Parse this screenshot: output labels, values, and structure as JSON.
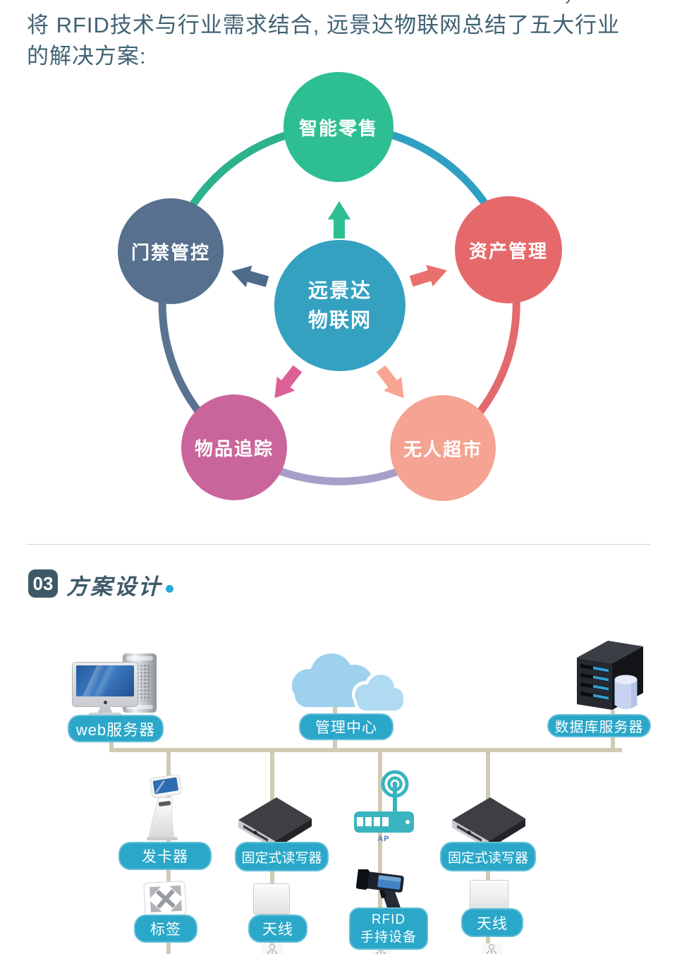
{
  "page": {
    "cut_text_fragment": "，",
    "intro_line1": "将 RFID技术与行业需求结合, 远景达物联网总结了五大行业",
    "intro_line2": "的解决方案:"
  },
  "solution_wheel": {
    "center_line1": "远景达",
    "center_line2": "物联网",
    "center_color": "#35a1c1",
    "nodes": [
      {
        "label": "智能零售",
        "color": "#2dbe92",
        "position": "top"
      },
      {
        "label": "资产管理",
        "color": "#e5696b",
        "position": "right"
      },
      {
        "label": "无人超市",
        "color": "#f5a392",
        "position": "bottom-right"
      },
      {
        "label": "物品追踪",
        "color": "#c9659a",
        "position": "bottom-left"
      },
      {
        "label": "门禁管控",
        "color": "#56708e",
        "position": "left"
      }
    ],
    "arc_colors": {
      "left_to_top": "#2cb28d",
      "top_to_right": "#2d9fc2",
      "right_to_bottomright": "#e2696d",
      "bottomright_to_bottomleft": "#a79fc8",
      "bottomleft_to_left": "#5a7392"
    }
  },
  "section_header": {
    "number": "03",
    "title": "方案设计",
    "badge_color": "#3d5968",
    "dot_color": "#29a9e2"
  },
  "network": {
    "pill_color": "#2aa7c9",
    "wire_color": "#d1cbb4",
    "web_server_label": "web服务器",
    "management_center_label": "管理中心",
    "database_server_label": "数据库服务器",
    "card_issuer_label": "发卡器",
    "fixed_reader1_label": "固定式读写器",
    "ap_label": "AP",
    "fixed_reader2_label": "固定式读写器",
    "tag_label": "标签",
    "antenna1_label": "天线",
    "handheld_line1": "RFID",
    "handheld_line2": "手持设备",
    "antenna2_label": "天线"
  }
}
